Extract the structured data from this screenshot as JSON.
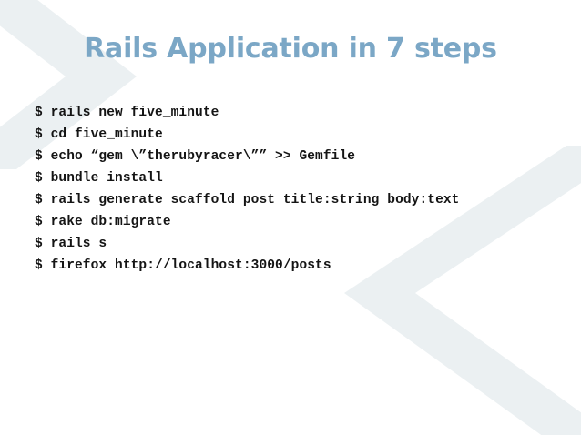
{
  "slide": {
    "title": "Rails Application in 7 steps",
    "background_color": "#ffffff",
    "title_color": "#7ba7c6",
    "chevron_color": "#ebf0f2",
    "code_color": "#141414"
  },
  "decoration": {
    "chevron_top_left": "chevron-right-decoration",
    "chevron_bottom_right": "chevron-left-decoration"
  },
  "code": {
    "prompt": "$",
    "lines": [
      "$ rails new five_minute",
      "$ cd five_minute",
      "$ echo “gem \\”therubyracer\\”” >> Gemfile",
      "$ bundle install",
      "$ rails generate scaffold post title:string body:text",
      "$ rake db:migrate",
      "$ rails s",
      "$ firefox http://localhost:3000/posts"
    ]
  }
}
